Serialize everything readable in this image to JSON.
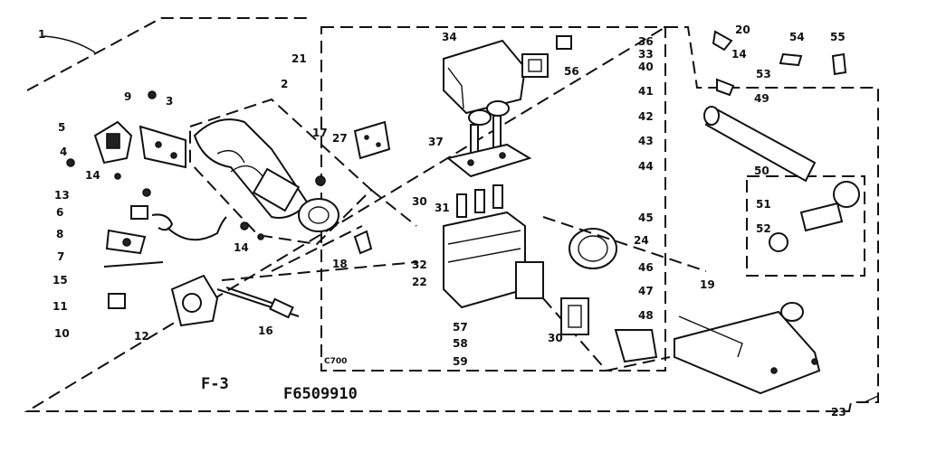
{
  "diagram": {
    "figure_label": "F-3",
    "drawing_number": "F6509910",
    "small_code": "C700",
    "callouts": [
      "1",
      "2",
      "3",
      "4",
      "5",
      "6",
      "7",
      "8",
      "9",
      "10",
      "11",
      "12",
      "13",
      "14",
      "14",
      "14",
      "15",
      "16",
      "17",
      "18",
      "19",
      "20",
      "21",
      "22",
      "23",
      "24",
      "27",
      "30",
      "30",
      "31",
      "32",
      "33",
      "34",
      "36",
      "37",
      "40",
      "41",
      "42",
      "43",
      "44",
      "45",
      "46",
      "47",
      "48",
      "49",
      "50",
      "51",
      "52",
      "53",
      "54",
      "55",
      "56",
      "57",
      "58",
      "59"
    ]
  }
}
